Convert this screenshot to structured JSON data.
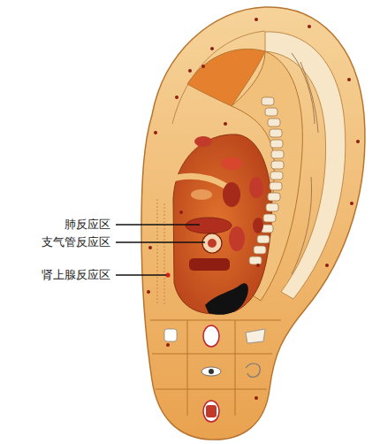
{
  "diagram": {
    "labels": [
      "肺反应区",
      "支气管反应区",
      "肾上腺反应区"
    ]
  }
}
